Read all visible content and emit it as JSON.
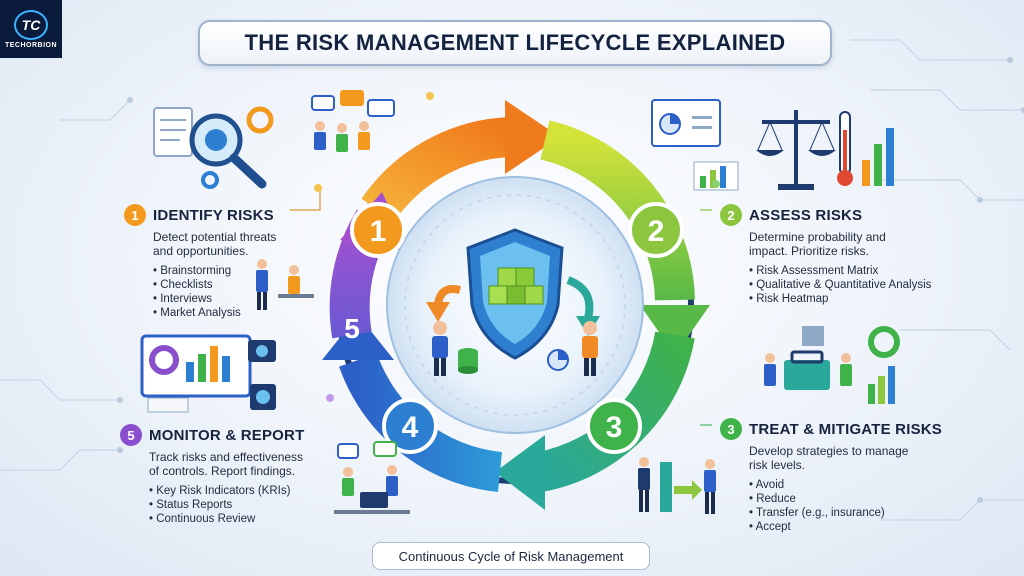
{
  "logo": {
    "mark": "TC",
    "brand": "TECHORBION"
  },
  "title": "THE RISK MANAGEMENT LIFECYCLE EXPLAINED",
  "caption": "Continuous Cycle of Risk Management",
  "steps": [
    {
      "num": "1",
      "title": "IDENTIFY RISKS",
      "desc": [
        "Detect potential threats",
        "and opportunities."
      ],
      "items": [
        "Brainstorming",
        "Checklists",
        "Interviews",
        "Market Analysis"
      ],
      "color": "#f39a1e"
    },
    {
      "num": "2",
      "title": "ASSESS RISKS",
      "desc": [
        "Determine probability and",
        "impact. Prioritize risks."
      ],
      "items": [
        "Risk Assessment Matrix",
        "Qualitative & Quantitative Analysis",
        "Risk Heatmap"
      ],
      "color": "#8cc63f"
    },
    {
      "num": "3",
      "title": "TREAT & MITIGATE RISKS",
      "desc": [
        "Develop strategies to manage",
        "risk levels."
      ],
      "items": [
        "Avoid",
        "Reduce",
        "Transfer (e.g., insurance)",
        "Accept"
      ],
      "color": "#3fb24a"
    },
    {
      "num": "5",
      "title": "MONITOR & REPORT",
      "desc": [
        "Track risks and effectiveness",
        "of controls. Report findings."
      ],
      "items": [
        "Key Risk Indicators (KRIs)",
        "Status Reports",
        "Continuous Review"
      ],
      "color": "#8a4fcf"
    }
  ],
  "ring_numbers": [
    "1",
    "2",
    "3",
    "4",
    "5"
  ],
  "colors": {
    "orange": "#f39a1e",
    "lime": "#8cc63f",
    "green": "#3fb24a",
    "blue": "#2d7fd3",
    "purple": "#8a4fcf",
    "navy": "#13233f"
  }
}
